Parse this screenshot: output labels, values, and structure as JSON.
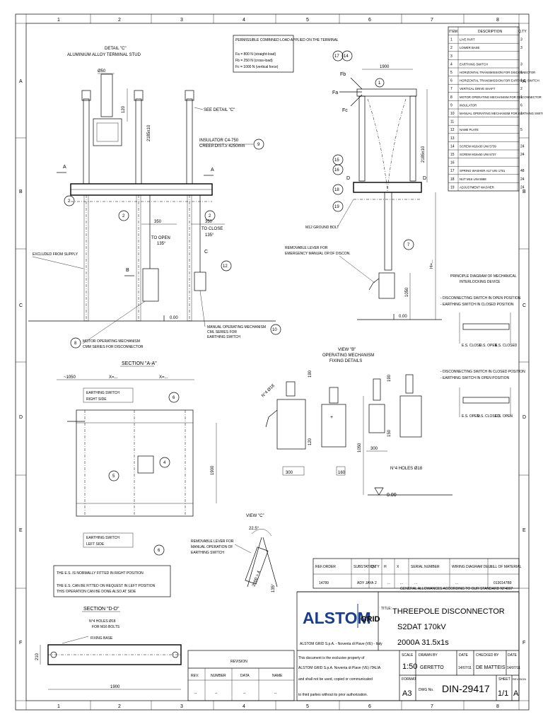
{
  "columns": [
    "1",
    "2",
    "3",
    "4",
    "5",
    "6",
    "7",
    "8"
  ],
  "rows": [
    "A",
    "B",
    "C",
    "D",
    "E",
    "F"
  ],
  "bom": {
    "headers": [
      "ITEM",
      "DESCRIPTION",
      "Q.TY"
    ],
    "items": [
      {
        "item": "1",
        "desc": "LIVE PART",
        "qty": "3"
      },
      {
        "item": "2",
        "desc": "LOWER BASE",
        "qty": "3"
      },
      {
        "item": "3",
        "desc": "",
        "qty": ""
      },
      {
        "item": "4",
        "desc": "EARTHING SWITCH",
        "qty": "3"
      },
      {
        "item": "5",
        "desc": "HORIZONTAL TRANSMISSION FOR DISCONNECTOR",
        "qty": "1"
      },
      {
        "item": "6",
        "desc": "HORIZONTAL TRANSMISSION FOR EARTHING SWITCH",
        "qty": "1"
      },
      {
        "item": "7",
        "desc": "VERTICAL DRIVE SHAFT",
        "qty": "2"
      },
      {
        "item": "8",
        "desc": "MOTOR OPERATING MECHANISM FOR DISCONNECTOR",
        "qty": "1"
      },
      {
        "item": "9",
        "desc": "INSULATOR",
        "qty": "6"
      },
      {
        "item": "10",
        "desc": "MANUAL OPERATING MECHANISM FOR EARTHING SWITCH",
        "qty": "1"
      },
      {
        "item": "11",
        "desc": "",
        "qty": ""
      },
      {
        "item": "12",
        "desc": "NAME PLATE",
        "qty": "5"
      },
      {
        "item": "13",
        "desc": "",
        "qty": ""
      },
      {
        "item": "14",
        "desc": "SCREW M16x30 UNI 5739",
        "qty": "24"
      },
      {
        "item": "15",
        "desc": "SCREW M16x50 UNI 5737",
        "qty": "24"
      },
      {
        "item": "16",
        "desc": "",
        "qty": ""
      },
      {
        "item": "17",
        "desc": "SPRING WASHER A17 UNI 1751",
        "qty": "48"
      },
      {
        "item": "18",
        "desc": "NUT M16  UNI 5588",
        "qty": "24"
      },
      {
        "item": "19",
        "desc": "ADJUSTMENT WASHER",
        "qty": "24"
      }
    ]
  },
  "load_box": {
    "title": "PERMISSIBLE COMBINED LOAD APPLIED ON THE TERMINAL",
    "lines": [
      "Fa = 800 N (straight-load)",
      "Fb = 250 N (cross-load)",
      "Fc = 1000 N (vertical force)"
    ]
  },
  "front_view": {
    "detail_c_title": "DETAIL \"C\"",
    "detail_c_sub": "ALUMINIUM ALLOY TERMINAL STUD",
    "dim_d50": "Ø50",
    "dim_120": "120",
    "dim_2185": "2185±10",
    "see_detail": "SEE DETAIL \"C\"",
    "insulator": "INSULATOR C4-750",
    "creep": "CREEP.DIST.≥ 4250mm",
    "dim_350a": "350",
    "to_open": "TO OPEN",
    "open_angle": "135°",
    "dim_350b": "350",
    "to_close": "TO CLOSE",
    "close_angle": "135°",
    "excluded": "EXCLUDED FROM SUPPLY",
    "manual_mech": "MANUAL OPERATING MECHANISM",
    "cml_series": "CML SERIES FOR",
    "earth_sw": "EARTHING SWITCH",
    "motor_mech": "MOTOR OPERATING MECHANISM",
    "cmm_series": "CMM SERIES FOR DISCONNECTOR",
    "level": "0.00",
    "sec_a": "A",
    "sec_b": "B",
    "sec_c": "C"
  },
  "side_view": {
    "dim_1900": "1900",
    "dim_2185": "2185±10",
    "fa": "Fa",
    "fb": "Fb",
    "fc": "Fc",
    "ground_bolt": "M12 GROUND BOLT",
    "lever1": "REMOVABLE LEVER FOR",
    "lever2": "EMERGENCY MANUAL OP.OF DISCON.",
    "dim_h": "H=...",
    "dim_1050": "1050",
    "level": "0.00",
    "sec_d": "D"
  },
  "interlock": {
    "title1": "PRINCIPLE DIAGRAM OF MECHANICAL",
    "title2": "INTERLOCKING DEVICE",
    "a1": "- DISCONNECTING SWITCH IN OPEN POSITION",
    "a2": "- EARTHING SWITCH IN CLOSED POSITION",
    "b1": "- DISCONNECTING SWITCH IN CLOSED POSITION",
    "b2": "- EARTHING SWITCH IN OPEN POSITION",
    "es_close": "E.S. CLOSE",
    "ds_open": "D.S. OPEN",
    "es_closed": "E.S. CLOSED",
    "es_open": "E.S. OPEN",
    "ds_closed": "D.S. CLOSED",
    "es_open2": "E.S. OPEN"
  },
  "section_aa": {
    "title": "SECTION \"A-A\"",
    "dim_1050": "~1050",
    "dim_x1": "X=...",
    "dim_x2": "X=...",
    "earth_right": "EARTHING SWITCH",
    "right_side": "RIGHT SIDE",
    "earth_left": "EARTHING SWITCH",
    "left_side": "LEFT SIDE",
    "dim_1900": "1900"
  },
  "view_b": {
    "title": "VIEW \"B\"",
    "sub1": "OPERATING MECHANISM",
    "sub2": "FIXING DETAILS",
    "d4": "N°4 Ø18",
    "d190a": "190",
    "d120": "120",
    "d300a": "300",
    "d1050": "1050",
    "d160": "160",
    "d190b": "190",
    "d150": "150",
    "d300b": "300",
    "holes": "N°4 HOLES Ø18",
    "level": "0.00"
  },
  "view_c": {
    "title": "VIEW \"C\"",
    "angle": "22,5°",
    "lever1": "REMOVABLE LEVER FOR",
    "lever2": "MANUAL OPERATION OF",
    "lever3": "EARTHING SWITCH",
    "d2000": "2000 ≈ 4",
    "d135": "135°"
  },
  "note": {
    "l1": "THE E.S. IS NORMALLY FITTED IN RIGHT POSITION",
    "l2": "THE E.S. CAN BE FITTED ON REQUEST IN LEFT POSITION",
    "l3": "THIS OPERATION CAN BE DONE ALSO AT SIDE"
  },
  "section_dd": {
    "title": "SECTION \"D-D\"",
    "holes": "N°4 HOLES Ø18",
    "bolts": "FOR M16 BOLTS",
    "fixing": "FIXING BASE",
    "d210": "210",
    "d1900": "1900"
  },
  "order": {
    "headers": [
      "REF.ORDER",
      "SUBSTATION",
      "Q.TY",
      "H",
      "X",
      "SERIAL NUMBER",
      "WIRING DIAGRAM DEL-....",
      "BILL OF MATERIAL"
    ],
    "values": [
      "14789",
      "ADY JAYA",
      "2",
      "...",
      "...",
      "...",
      "...",
      "0130147B9"
    ]
  },
  "title_block": {
    "tolerances": "GENERAL ALLOWANCES ACCORDING TO OUR STANDARD NT4007",
    "logo": "ALSTOM",
    "grid": "GRID",
    "company": "ALSTOM GRID S.p.A. - Noventa di Piave (VE) - Italy",
    "title_label": "TITLE:",
    "title1": "THREEPOLE DISCONNECTOR",
    "title2": "S2DAT 170kV",
    "title3": "2000A 31.5x1s",
    "property1": "This document is the exclusive property of",
    "property2": "ALSTOM GRID S.p.A. Noventa di Piave (VE) ITALIA",
    "property3": "and shall not be used, copied or communicated",
    "property4": "to third parties without its prior authorization.",
    "scale_lbl": "SCALE",
    "scale": "1:50",
    "drawn_lbl": "DRAWN BY",
    "drawn": "GERETTO",
    "date_lbl1": "DATE",
    "date1": "14/07/11",
    "checked_lbl": "CHECKED BY",
    "checked": "DE MATTEIS",
    "date_lbl2": "DATE",
    "date2": "14/07/11",
    "format_lbl": "FORMAT",
    "format": "A3",
    "dwg_lbl": "DWG No.",
    "dwg": "DIN-29417",
    "sheet_lbl": "SHEET",
    "sheet": "1/1",
    "rev_lbl": "REVISION",
    "rev": "A"
  },
  "revision": {
    "title": "REVISION",
    "headers": [
      "REV.",
      "NUMBER",
      "DATA",
      "NAME"
    ],
    "values": [
      "--",
      "--",
      "--",
      "--"
    ]
  }
}
